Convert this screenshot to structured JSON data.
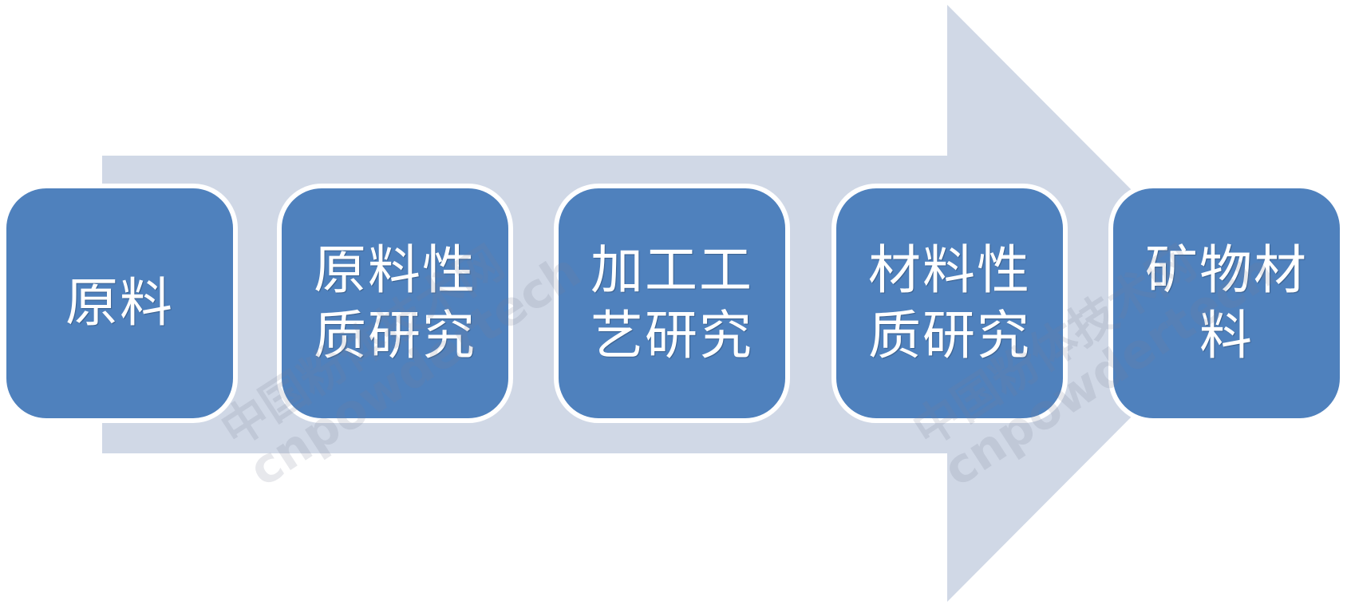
{
  "diagram": {
    "steps": [
      {
        "label": "原料"
      },
      {
        "label": "原料性质研究"
      },
      {
        "label": "加工工艺研究"
      },
      {
        "label": "材料性质研究"
      },
      {
        "label": "矿物材料"
      }
    ],
    "colors": {
      "arrow": "#d0d8e6",
      "box_fill": "#4f81bd",
      "box_border": "#ffffff",
      "text": "#ffffff"
    }
  },
  "watermarks": [
    {
      "text_cn": "中国粉体技术网",
      "text_en": "cnpowdertech"
    },
    {
      "text_cn": "中国粉体技术网",
      "text_en": "cnpowdertech"
    }
  ]
}
